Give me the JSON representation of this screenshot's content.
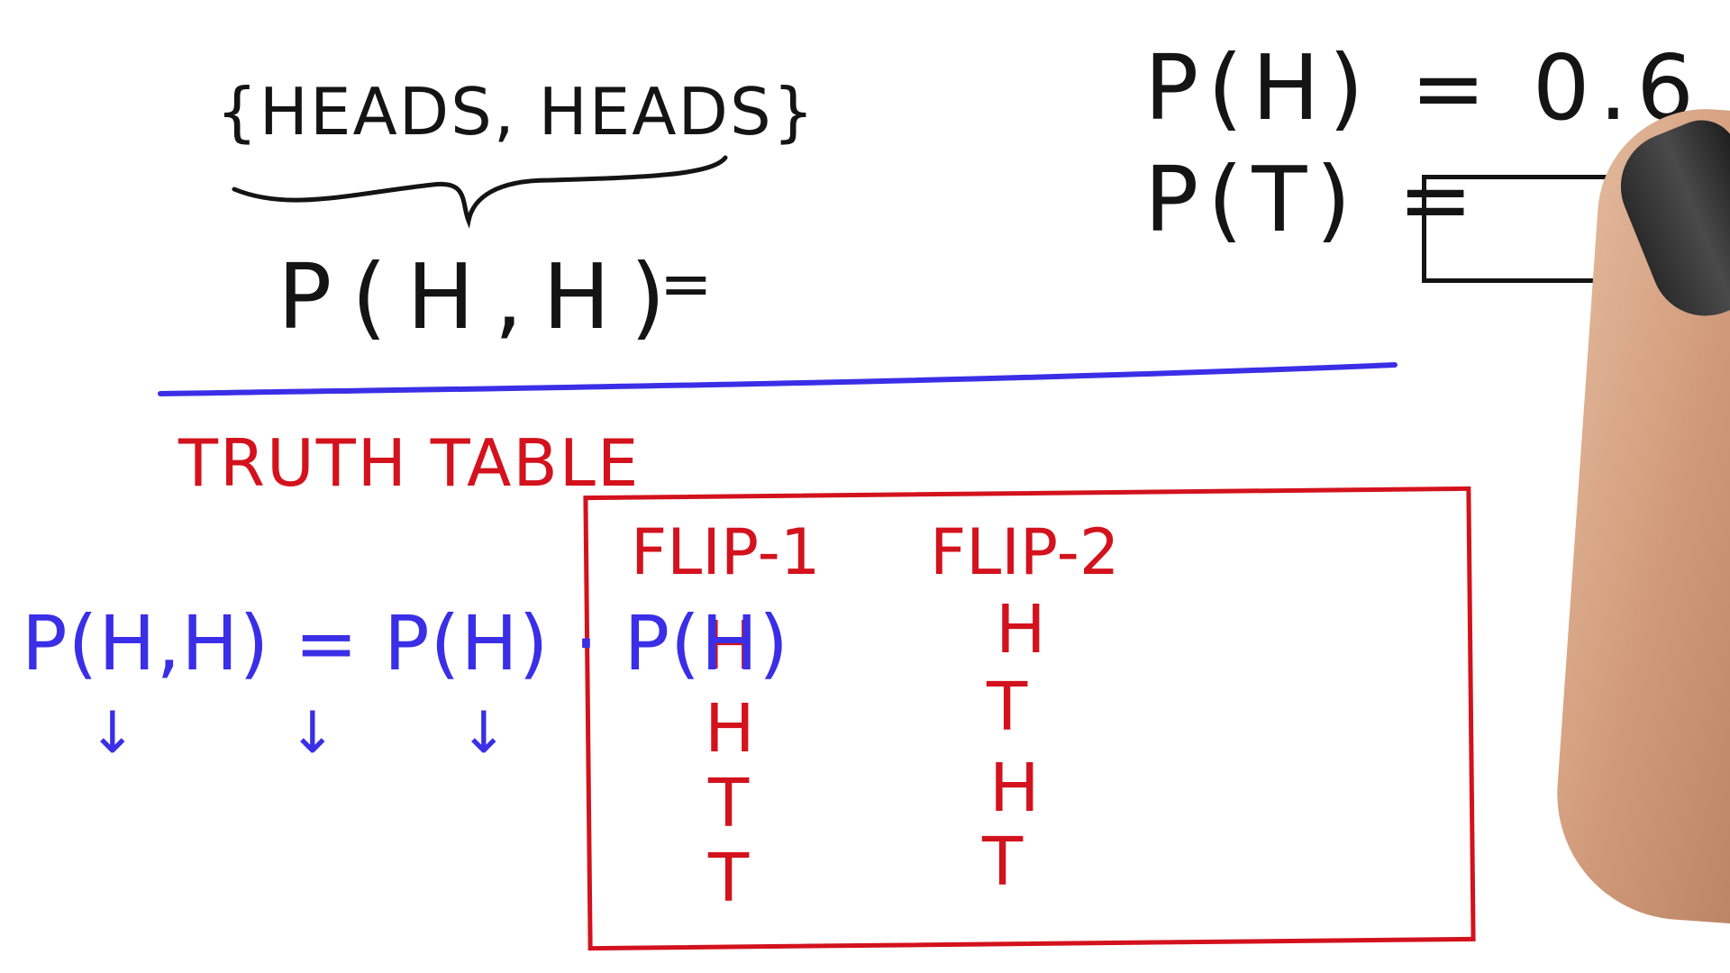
{
  "colors": {
    "ink_black": "#141414",
    "ink_blue": "#3a2fe6",
    "ink_red": "#d3121d",
    "background": "#ffffff"
  },
  "top_left": {
    "set": "{HEADS, HEADS}",
    "probability": "P(H,H)",
    "equals": "="
  },
  "top_right": {
    "p_heads": "P(H) = 0.6",
    "p_tails": "P(T) ="
  },
  "truth_table": {
    "title": "TRUTH TABLE",
    "headers": [
      "FLIP-1",
      "FLIP-2"
    ],
    "rows": [
      [
        "H",
        "H"
      ],
      [
        "H",
        "T"
      ],
      [
        "T",
        "H"
      ],
      [
        "T",
        "T"
      ]
    ]
  },
  "formula": {
    "text": "P(H,H) = P(H) · P(H)",
    "arrows": [
      "↓",
      "↓",
      "↓"
    ]
  }
}
